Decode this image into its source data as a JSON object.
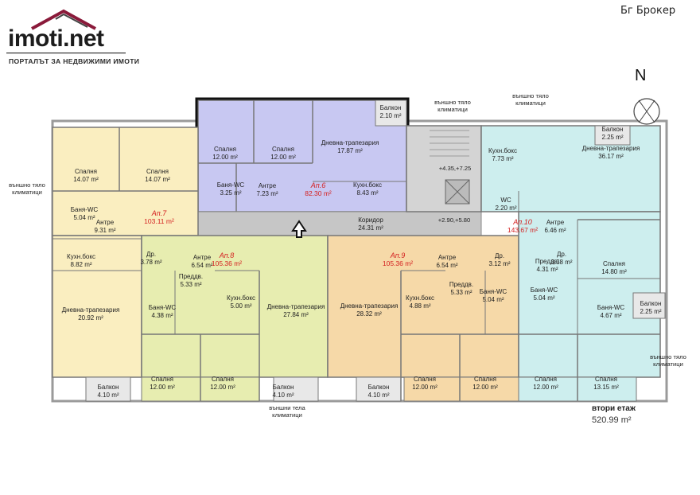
{
  "brand": {
    "name": "imoti.net",
    "tagline": "ПОРТАЛЪТ ЗА НЕДВИЖИМИ ИМОТИ"
  },
  "watermark": "Бг Брокер",
  "north_label": "N",
  "floor": {
    "title": "втори етаж",
    "area": "520.99 m²"
  },
  "annotations": {
    "ext_ac_top_1": "външно тяло климатици",
    "ext_ac_top_2": "външно тяло климатици",
    "ext_ac_left": "външно тяло климатици",
    "ext_ac_right": "външно тяло климатици",
    "ext_ac_bottom": "външни тела климатици",
    "level_stair": "+4.35,+7.25",
    "level_corridor": "+2.90,+5.80"
  },
  "colors": {
    "ap6": "#c8c8f2",
    "ap7": "#faeec0",
    "ap8": "#e7edb0",
    "ap9": "#f6d9a8",
    "ap10": "#cdeeee",
    "corridor": "#c6c6c6",
    "balcony": "#e8e8e8",
    "apt_label": "#d42020"
  },
  "apartments": [
    {
      "id": "ap6",
      "name": "Ап.6",
      "area": "82.30 m²"
    },
    {
      "id": "ap7",
      "name": "Ап.7",
      "area": "103.11 m²"
    },
    {
      "id": "ap8",
      "name": "Ап.8",
      "area": "105.36 m²"
    },
    {
      "id": "ap9",
      "name": "Ап.9",
      "area": "105.36 m²"
    },
    {
      "id": "ap10",
      "name": "Ап.10",
      "area": "143.67 m²"
    }
  ],
  "rooms": [
    {
      "name": "Спалня",
      "area": "12.00 m²"
    },
    {
      "name": "Спалня",
      "area": "12.00 m²"
    },
    {
      "name": "Дневна-трапезария",
      "area": "17.87 m²"
    },
    {
      "name": "Балкон",
      "area": "2.10 m²"
    },
    {
      "name": "Баня-WC",
      "area": "3.25 m²"
    },
    {
      "name": "Антре",
      "area": "7.23 m²"
    },
    {
      "name": "Кухн.бокс",
      "area": "8.43 m²"
    },
    {
      "name": "Коридор",
      "area": "24.31 m²"
    },
    {
      "name": "Спалня",
      "area": "14.07 m²"
    },
    {
      "name": "Спалня",
      "area": "14.07 m²"
    },
    {
      "name": "Баня-WC",
      "area": "5.04 m²"
    },
    {
      "name": "Антре",
      "area": "9.31 m²"
    },
    {
      "name": "Кухн.бокс",
      "area": "8.82 m²"
    },
    {
      "name": "Дневна-трапезария",
      "area": "20.92 m²"
    },
    {
      "name": "Балкон",
      "area": "4.10 m²"
    },
    {
      "name": "Др.",
      "area": "3.78 m²"
    },
    {
      "name": "Антре",
      "area": "6.54 m²"
    },
    {
      "name": "Преддв.",
      "area": "5.33 m²"
    },
    {
      "name": "Баня-WC",
      "area": "4.38 m²"
    },
    {
      "name": "Кухн.бокс",
      "area": "5.00 m²"
    },
    {
      "name": "Дневна-трапезария",
      "area": "27.84 m²"
    },
    {
      "name": "Спалня",
      "area": "12.00 m²"
    },
    {
      "name": "Спалня",
      "area": "12.00 m²"
    },
    {
      "name": "Балкон",
      "area": "4.10 m²"
    },
    {
      "name": "Антре",
      "area": "6.54 m²"
    },
    {
      "name": "Др.",
      "area": "3.12 m²"
    },
    {
      "name": "Дневна-трапезария",
      "area": "28.32 m²"
    },
    {
      "name": "Кухн.бокс",
      "area": "4.88 m²"
    },
    {
      "name": "Преддв.",
      "area": "5.33 m²"
    },
    {
      "name": "Баня-WC",
      "area": "5.04 m²"
    },
    {
      "name": "Балкон",
      "area": "4.10 m²"
    },
    {
      "name": "Спалня",
      "area": "12.00 m²"
    },
    {
      "name": "Спалня",
      "area": "12.00 m²"
    },
    {
      "name": "Балкон",
      "area": "2.25 m²"
    },
    {
      "name": "Кухн.бокс",
      "area": "7.73 m²"
    },
    {
      "name": "Дневна-трапезария",
      "area": "36.17 m²"
    },
    {
      "name": "WC",
      "area": "2.20 m²"
    },
    {
      "name": "Антре",
      "area": "6.46 m²"
    },
    {
      "name": "Др.",
      "area": "3.38 m²"
    },
    {
      "name": "Преддв.",
      "area": "4.31 m²"
    },
    {
      "name": "Спалня",
      "area": "14.80 m²"
    },
    {
      "name": "Баня-WC",
      "area": "5.04 m²"
    },
    {
      "name": "Баня-WC",
      "area": "4.67 m²"
    },
    {
      "name": "Балкон",
      "area": "2.25 m²"
    },
    {
      "name": "Спалня",
      "area": "12.00 m²"
    },
    {
      "name": "Спалня",
      "area": "13.15 m²"
    }
  ]
}
